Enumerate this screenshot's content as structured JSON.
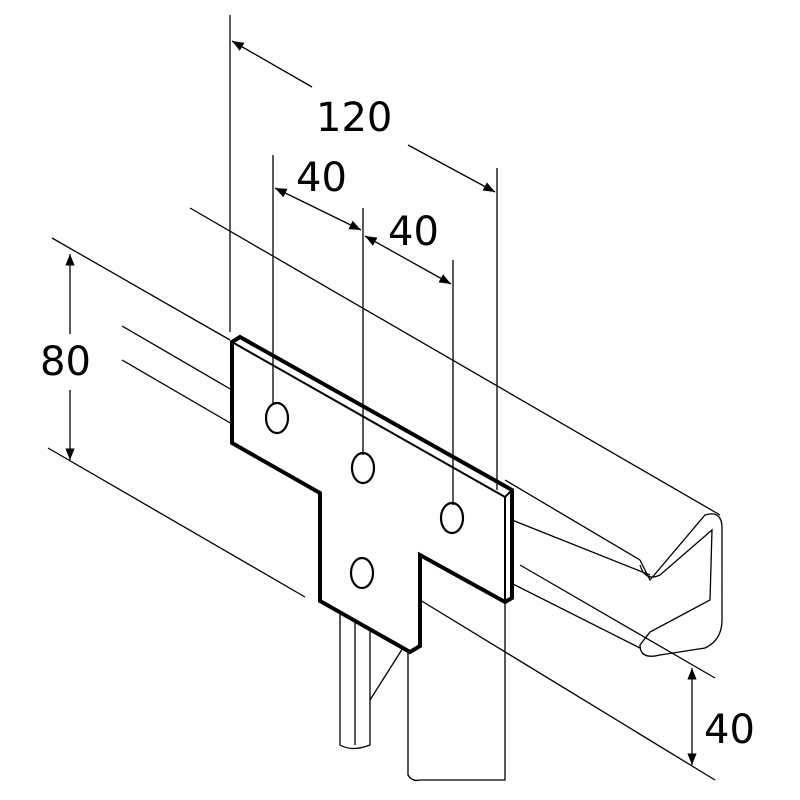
{
  "dimensions": {
    "overall_width": "120",
    "hole_spacing_1": "40",
    "hole_spacing_2": "40",
    "plate_height": "80",
    "channel_height": "40"
  },
  "colors": {
    "line": "#000000",
    "background": "#ffffff"
  }
}
